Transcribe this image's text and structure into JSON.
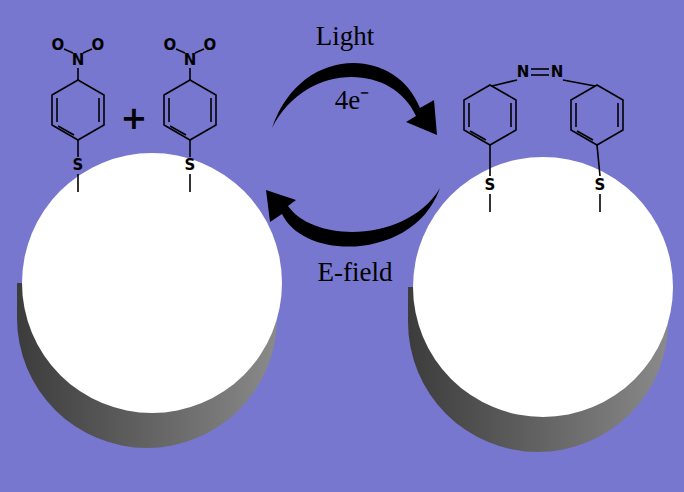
{
  "diagram": {
    "labels": [
      "O",
      "N",
      "O",
      "S",
      "+",
      "O",
      "N",
      "O",
      "S",
      "Light",
      "4e⁻",
      "N",
      "N",
      "S",
      "S",
      "E-field"
    ]
  }
}
